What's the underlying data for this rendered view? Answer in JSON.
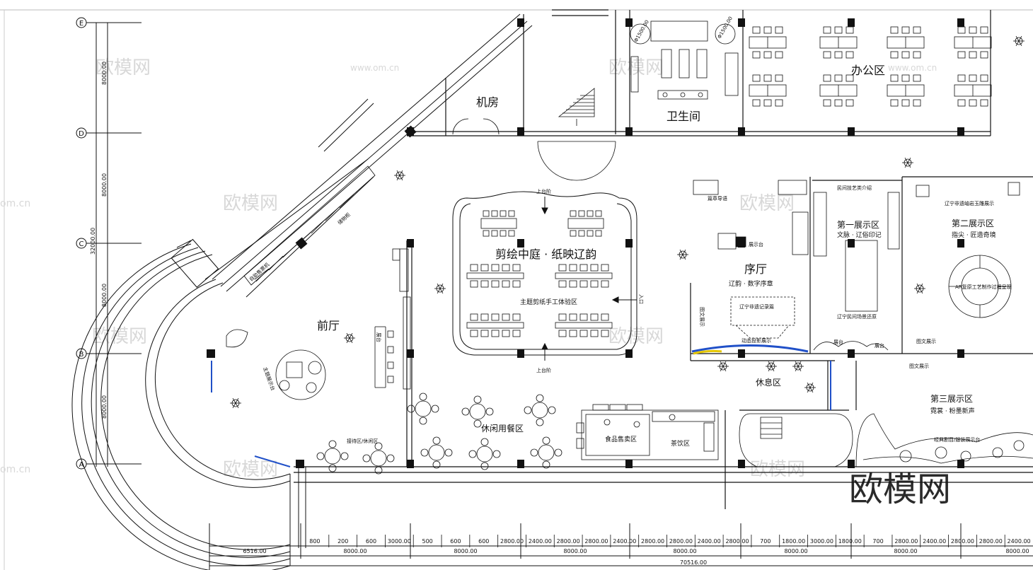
{
  "grid_axes": [
    {
      "id": "grid-e",
      "label": "E"
    },
    {
      "id": "grid-d",
      "label": "D"
    },
    {
      "id": "grid-c",
      "label": "C"
    },
    {
      "id": "grid-b",
      "label": "B"
    },
    {
      "id": "grid-a",
      "label": "A"
    }
  ],
  "vertical_dims": {
    "total": "32000.00",
    "spans": [
      "8000.00",
      "8000.00",
      "8000.00",
      "8000.00"
    ]
  },
  "rooms": {
    "machine_room": "机房",
    "restroom": "卫生间",
    "office": "办公区",
    "lobby": "前厅",
    "courtyard": "剪绘中庭 · 纸映辽韵",
    "workshop": "主题剪纸手工体验区",
    "foyer": "序厅",
    "foyer_sub": "辽韵 · 数字序章",
    "exhibit1": "第一展示区",
    "exhibit1_sub": "文脉 · 辽俗印记",
    "exhibit2": "第二展示区",
    "exhibit2_sub": "指尖 · 匠造奇境",
    "exhibit3": "第三展示区",
    "exhibit3_sub": "霓裳 · 粉墨新声",
    "dining": "休闲用餐区",
    "food": "食品售卖区",
    "tea": "茶饮区",
    "rest": "休息区",
    "reception": "接待区/休闲区",
    "theme_stage": "主题展示台"
  },
  "notes": {
    "steps_top": "上台阶",
    "steps_bottom": "上台阶",
    "entrance": "入口",
    "self_service": "自助售票机",
    "storage": "储物柜",
    "seal_guide": "篇章导语",
    "display_stand": "展示台",
    "folk_intro": "民间技艺类介绍",
    "liaoning_scene": "辽宁民间场景还原",
    "liaoning_heritage": "辽宁非遗岫岩玉雕展示",
    "ar_restore": "AR复原工艺制作过程呈现",
    "graphic_display": "图文展示",
    "graphic_display2": "图文展示",
    "graphic_wall": "图文展示",
    "heritage_record": "辽宁非遗记录篇",
    "dynamic_projection": "动态投影展示",
    "classic_opera": "经典剧目/服装展示台",
    "display_platform": "展台",
    "display_platform2": "展台"
  },
  "diameters": [
    "Φ1500.00",
    "Φ1500.00"
  ],
  "bottom_dims_row1": [
    "800",
    "200",
    "600",
    "3000.00",
    "500",
    "600",
    "600",
    "2800.00",
    "2400.00",
    "2800.00",
    "2800.00",
    "2400.00",
    "2800.00",
    "2800.00",
    "2400.00",
    "2800.00",
    "700",
    "1800.00",
    "3000.00",
    "1800.00",
    "700",
    "2800.00",
    "2400.00",
    "2800.00",
    "2800.00",
    "2400.00"
  ],
  "bottom_dims_row2": [
    "6516.00",
    "8000.00",
    "8000.00",
    "8000.00",
    "8000.00",
    "8000.00",
    "8000.00",
    "8000.00"
  ],
  "bottom_total": "70516.00",
  "watermarks": {
    "logo": "欧模网",
    "url": "www.om.cn",
    "url_short": "om.cn",
    "brand_big": "欧模网"
  }
}
